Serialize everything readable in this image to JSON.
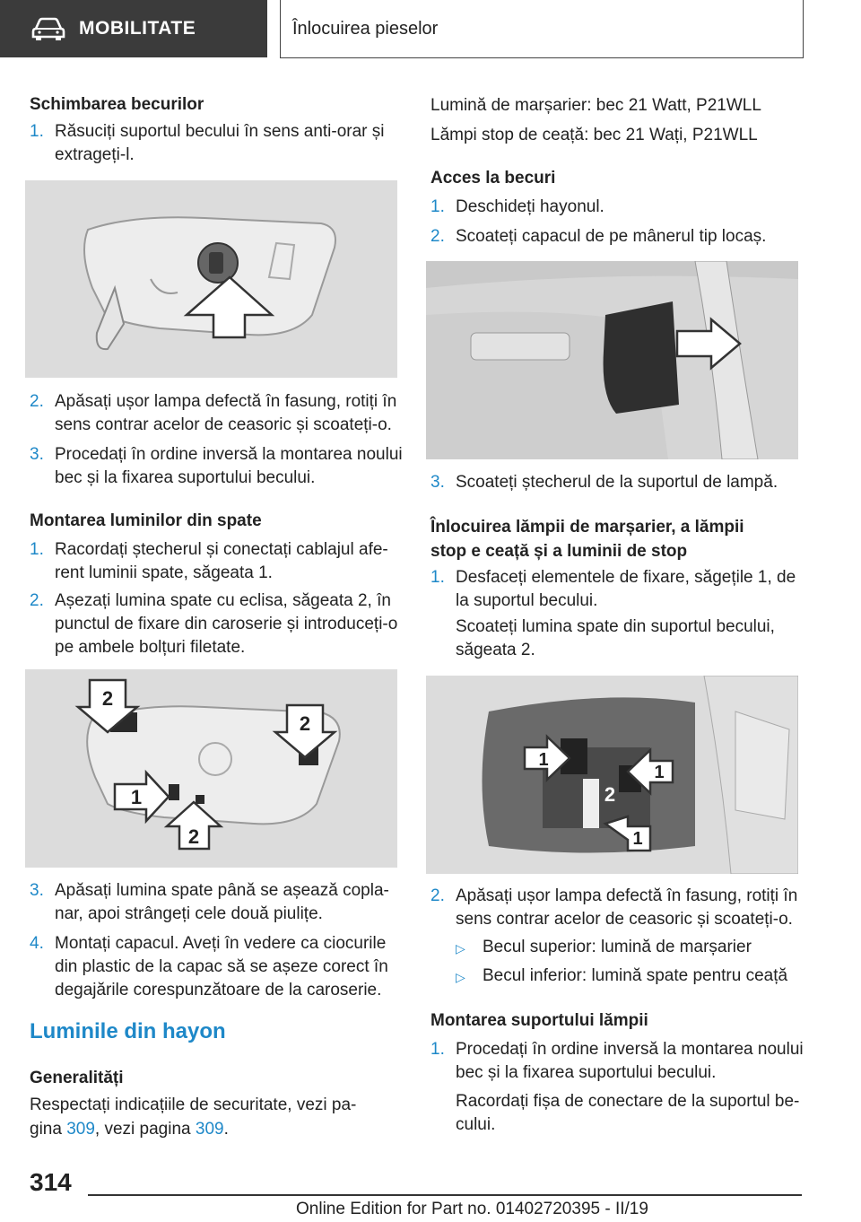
{
  "header": {
    "section": "MOBILITATE",
    "title": "Înlocuirea pieselor",
    "icon": "car-icon"
  },
  "left": {
    "h_bulbs": "Schimbarea becurilor",
    "s1_num": "1.",
    "s1_a": "Răsuciți suportul becului în sens anti-orar și",
    "s1_b": "extrageți-l.",
    "s2_num": "2.",
    "s2_a": "Apăsați ușor lampa defectă în fasung, rotiți în",
    "s2_b": "sens contrar acelor de ceasoric și scoateți-o.",
    "s3_num": "3.",
    "s3_a": "Procedați în ordine inversă la montarea noului",
    "s3_b": "bec și la fixarea suportului becului.",
    "h_mount": "Montarea luminilor din spate",
    "m1_num": "1.",
    "m1_a": "Racordați ștecherul și conectați cablajul afe-",
    "m1_b": "rent luminii spate, săgeata 1.",
    "m2_num": "2.",
    "m2_a": "Așezați lumina spate cu eclisa, săgeata 2, în",
    "m2_b": "punctul de fixare din caroserie și introduceți-o",
    "m2_c": "pe ambele bolțuri filetate.",
    "m3_num": "3.",
    "m3_a": "Apăsați lumina spate până se așează copla-",
    "m3_b": "nar, apoi strângeți cele două piulițe.",
    "m4_num": "4.",
    "m4_a": "Montați capacul. Aveți în vedere ca ciocurile",
    "m4_b": "din plastic de la capac să se așeze corect în",
    "m4_c": "degajările corespunzătoare de la caroserie.",
    "h_hayon": "Luminile din hayon",
    "h_general": "Generalități",
    "gen_a": "Respectați indicațiile de securitate, vezi pa-",
    "gen_b1": "gina ",
    "gen_link1": "309",
    "gen_b2": ", vezi pagina ",
    "gen_link2": "309",
    "gen_b3": ".",
    "fig2_labels": [
      "2",
      "2",
      "1",
      "2"
    ]
  },
  "right": {
    "rev_light": "Lumină de marșarier: bec 21 Watt, P21WLL",
    "fog_light": "Lămpi stop de ceață: bec 21 Wați, P21WLL",
    "h_access": "Acces la becuri",
    "a1_num": "1.",
    "a1": "Deschideți hayonul.",
    "a2_num": "2.",
    "a2": "Scoateți capacul de pe mânerul tip locaș.",
    "a3_num": "3.",
    "a3": "Scoateți ștecherul de la suportul de lampă.",
    "h_replace_a": "Înlocuirea lămpii de marșarier, a lămpii",
    "h_replace_b": "stop e ceață și a luminii de stop",
    "r1_num": "1.",
    "r1_a": "Desfaceți elementele de fixare, săgețile 1, de",
    "r1_b": "la suportul becului.",
    "r1_c": "Scoateți lumina spate din suportul becului,",
    "r1_d": "săgeata 2.",
    "r2_num": "2.",
    "r2_a": "Apăsați ușor lampa defectă în fasung, rotiți în",
    "r2_b": "sens contrar acelor de ceasoric și scoateți-o.",
    "b1": "Becul superior: lumină de marșarier",
    "b2": "Becul inferior: lumină spate pentru ceață",
    "h_support": "Montarea suportului lămpii",
    "s1_num": "1.",
    "s1_a": "Procedați în ordine inversă la montarea noului",
    "s1_b": "bec și la fixarea suportului becului.",
    "s1_c": "Racordați fișa de conectare de la suportul be-",
    "s1_d": "cului.",
    "fig4_labels": [
      "1",
      "1",
      "2",
      "1"
    ]
  },
  "footer": {
    "page": "314",
    "edition": "Online Edition for Part no. 01402720395 - II/19"
  },
  "colors": {
    "accent": "#1e88c8",
    "header_bg": "#3b3b3b"
  }
}
